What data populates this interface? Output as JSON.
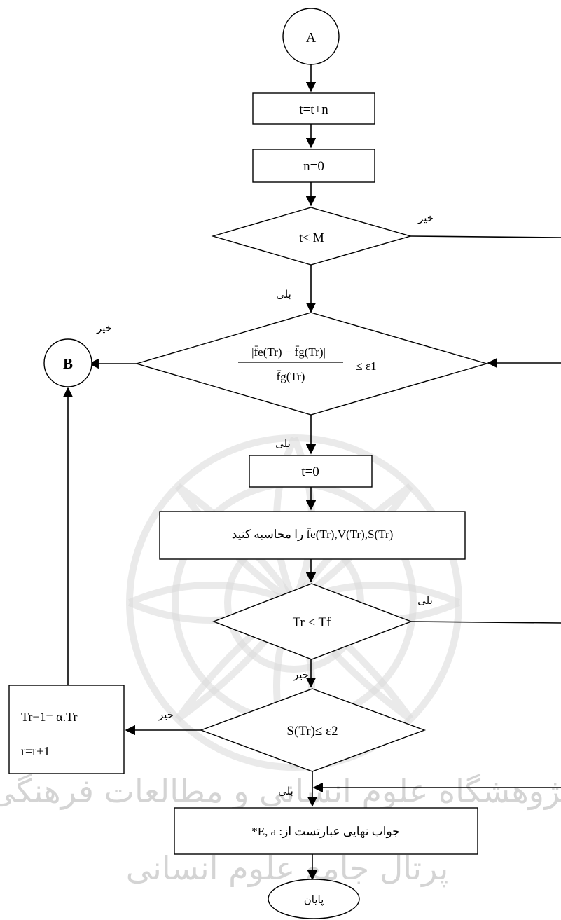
{
  "nodes": {
    "connector_a": "A",
    "increment_t": "t=t+n",
    "reset_n": "n=0",
    "check_t": "t< M",
    "error_numerator": "|f̄e(Tr) − f̄g(Tr)|",
    "error_denominator": "f̄g(Tr)",
    "error_threshold": "≤ ε1",
    "connector_b": "B",
    "reset_t": "t=0",
    "compute": "f̄e(Tr),V(Tr),S(Tr) را محاسبه کنید",
    "temperature_check": "Tr ≤ Tf",
    "s_check": "S(Tr)≤ ε2",
    "update_line1": "Tr+1= α.Tr",
    "update_line2": "r=r+1",
    "final_answer": "جواب نهایی عبارتست از: E, a*",
    "end": "پایان"
  },
  "labels": {
    "yes": "بلی",
    "no": "خیر"
  },
  "watermark": {
    "line1": "پژوهشگاه علوم انسانی و مطالعات فرهنگی",
    "line2": "پرتال جامع علوم انسانی"
  }
}
